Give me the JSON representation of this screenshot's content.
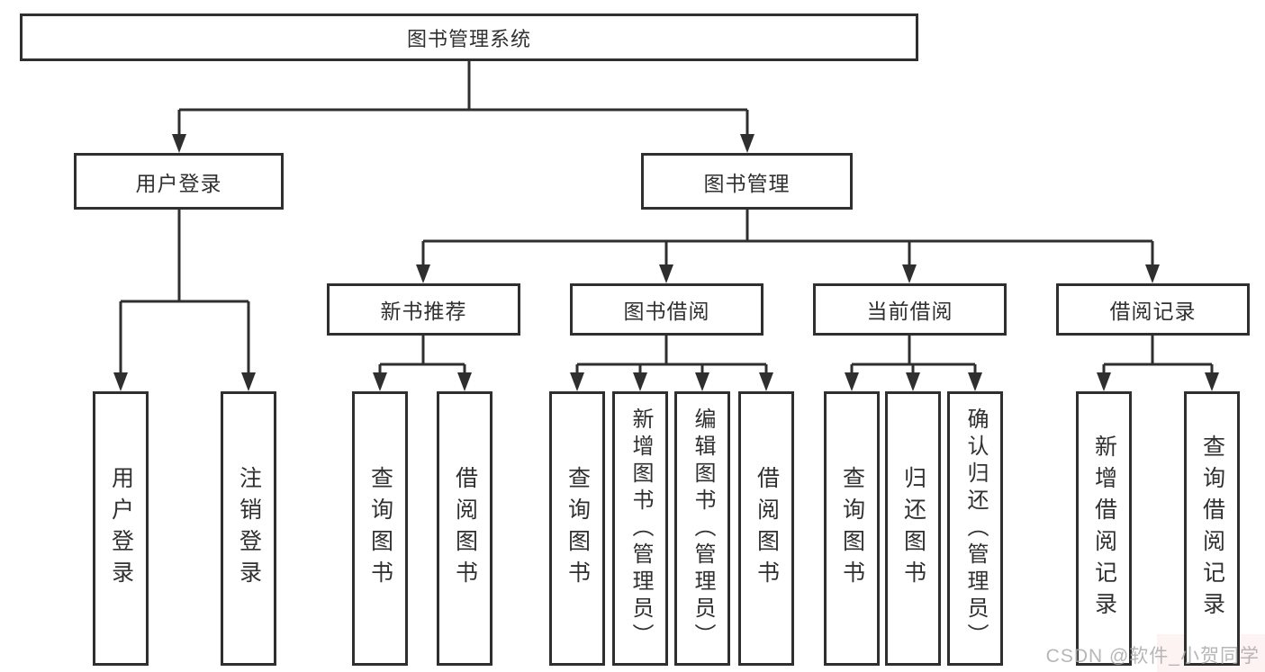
{
  "diagram_title": "图书管理系统",
  "tree": {
    "root": {
      "label": "图书管理系统",
      "children": [
        {
          "label": "用户登录",
          "children": [
            {
              "label": "用户登录"
            },
            {
              "label": "注销登录"
            }
          ]
        },
        {
          "label": "图书管理",
          "children": [
            {
              "label": "新书推荐",
              "children": [
                {
                  "label": "查询图书"
                },
                {
                  "label": "借阅图书"
                }
              ]
            },
            {
              "label": "图书借阅",
              "children": [
                {
                  "label": "查询图书"
                },
                {
                  "label": "新增图书（管理员）"
                },
                {
                  "label": "编辑图书（管理员）"
                },
                {
                  "label": "借阅图书"
                }
              ]
            },
            {
              "label": "当前借阅",
              "children": [
                {
                  "label": "查询图书"
                },
                {
                  "label": "归还图书"
                },
                {
                  "label": "确认归还（管理员）"
                }
              ]
            },
            {
              "label": "借阅记录",
              "children": [
                {
                  "label": "新增借阅记录"
                },
                {
                  "label": "查询借阅记录"
                }
              ]
            }
          ]
        }
      ]
    }
  },
  "watermark": {
    "text": "CSDN @软件_小贺同学"
  },
  "colors": {
    "line": "#2f2f2f",
    "box_border": "#2f2f2f",
    "background": "#ffffff",
    "watermark": "#aaaaaa"
  }
}
